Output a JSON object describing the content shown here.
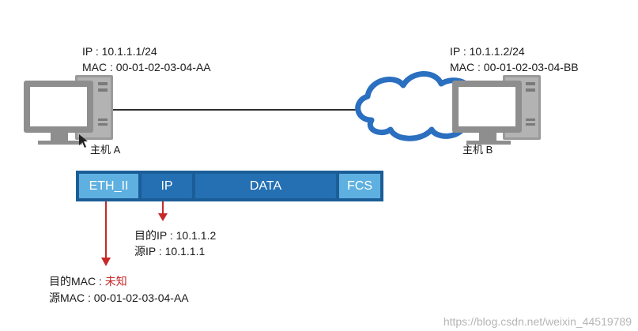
{
  "host_a": {
    "ip_line": "IP : 10.1.1.1/24",
    "mac_line": "MAC : 00-01-02-03-04-AA",
    "name": "主机 A"
  },
  "host_b": {
    "ip_line": "IP : 10.1.1.2/24",
    "mac_line": "MAC : 00-01-02-03-04-BB",
    "name": "主机 B"
  },
  "frame": {
    "segments": [
      {
        "label": "ETH_II"
      },
      {
        "label": "IP"
      },
      {
        "label": "DATA"
      },
      {
        "label": "FCS"
      }
    ]
  },
  "ip_annotation": {
    "dest": "目的IP : 10.1.1.2",
    "src": "源IP : 10.1.1.1"
  },
  "eth_annotation": {
    "dest_prefix": "目的MAC : ",
    "dest_value": "未知",
    "src": "源MAC : 00-01-02-03-04-AA"
  },
  "colors": {
    "frame_border": "#1b5e97",
    "segment_light": "#5eb0e0",
    "segment_dark": "#2470b3",
    "arrow": "#c62828",
    "cloud": "#2a6fc0",
    "computer": "#8c8c8c"
  },
  "watermark": "https://blog.csdn.net/weixin_44519789"
}
